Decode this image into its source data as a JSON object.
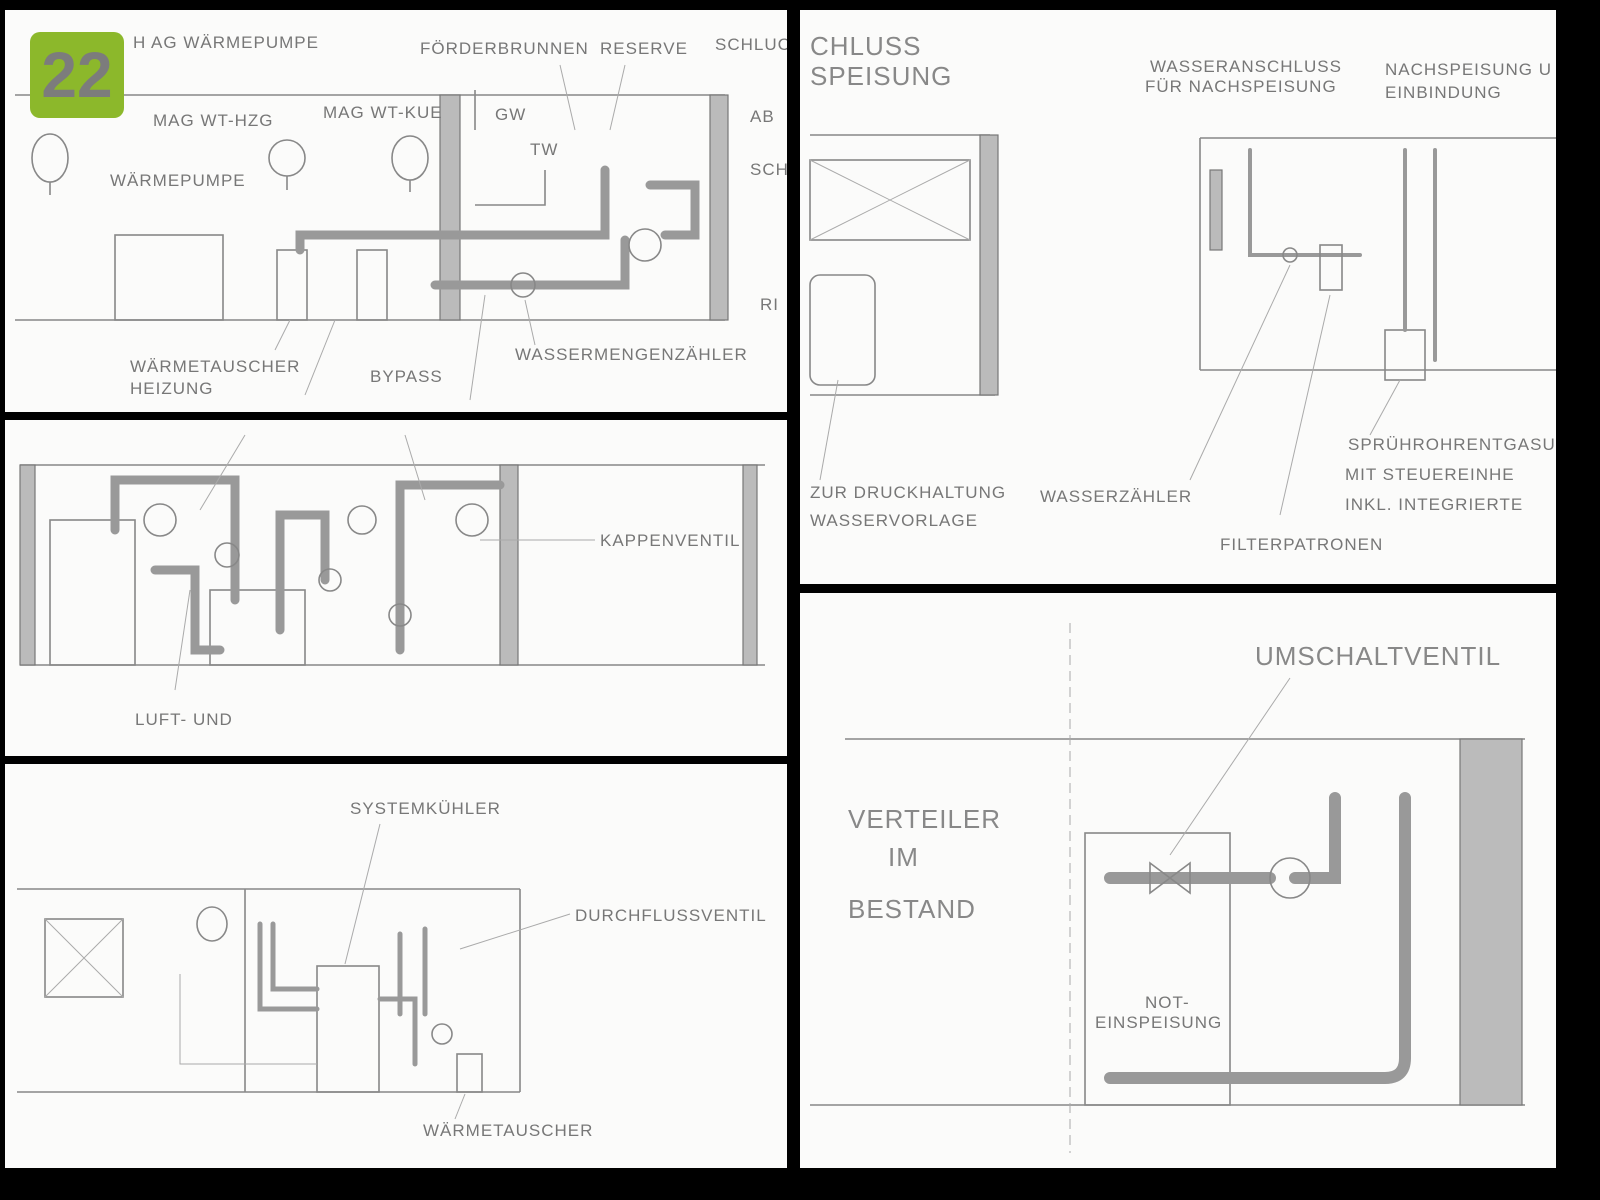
{
  "badge": {
    "number": "22",
    "color": "#8cb82b"
  },
  "panel_heat_pump": {
    "labels": {
      "mag_heat_pump": "H   AG WÄRMEPUMPE",
      "mag_wt_hzg": "MAG WT-HZG",
      "mag_wt_kue": "MAG WT-KUE",
      "heat_pump": "WÄRMEPUMPE",
      "foerderbrunnen": "FÖRDERBRUNNEN",
      "reserve": "RESERVE",
      "schluck": "SCHLUCK",
      "gw": "GW",
      "tw": "TW",
      "ab": "AB",
      "sch": "SCH",
      "ri": "RI",
      "heat_exchanger_line1": "WÄRMETAUSCHER",
      "heat_exchanger_line2": "HEIZUNG",
      "bypass": "BYPASS",
      "water_meter": "WASSERMENGENZÄHLER"
    }
  },
  "panel_refill": {
    "labels": {
      "title_line1": "CHLUSS",
      "title_line2": "SPEISUNG",
      "water_connection_line1": "WASSERANSCHLUSS",
      "water_connection_line2": "FÜR NACHSPEISUNG",
      "refill_line1": "NACHSPEISUNG U",
      "refill_line2": "EINBINDUNG",
      "pressure_line1": "ZUR DRUCKHALTUNG",
      "pressure_line2": "WASSERVORLAGE",
      "water_counter": "WASSERZÄHLER",
      "filter": "FILTERPATRONEN",
      "degassing_line1": "SPRÜHROHRENTGASUN",
      "degassing_line2": "MIT STEUEREINHE",
      "degassing_line3": "INKL. INTEGRIERTE"
    }
  },
  "panel_distribution": {
    "labels": {
      "cap_valve": "KAPPENVENTIL",
      "air_line1": "LUFT- UND"
    }
  },
  "panel_system_cooler": {
    "labels": {
      "system_cooler": "SYSTEMKÜHLER",
      "flow_valve": "DURCHFLUSSVENTIL",
      "heat_exchanger": "WÄRMETAUSCHER"
    }
  },
  "panel_switch_valve": {
    "labels": {
      "switch_valve": "UMSCHALTVENTIL",
      "distributor_line1": "VERTEILER",
      "distributor_line2": "IM",
      "distributor_line3": "BESTAND",
      "emergency_line1": "NOT-",
      "emergency_line2": "EINSPEISUNG"
    }
  }
}
